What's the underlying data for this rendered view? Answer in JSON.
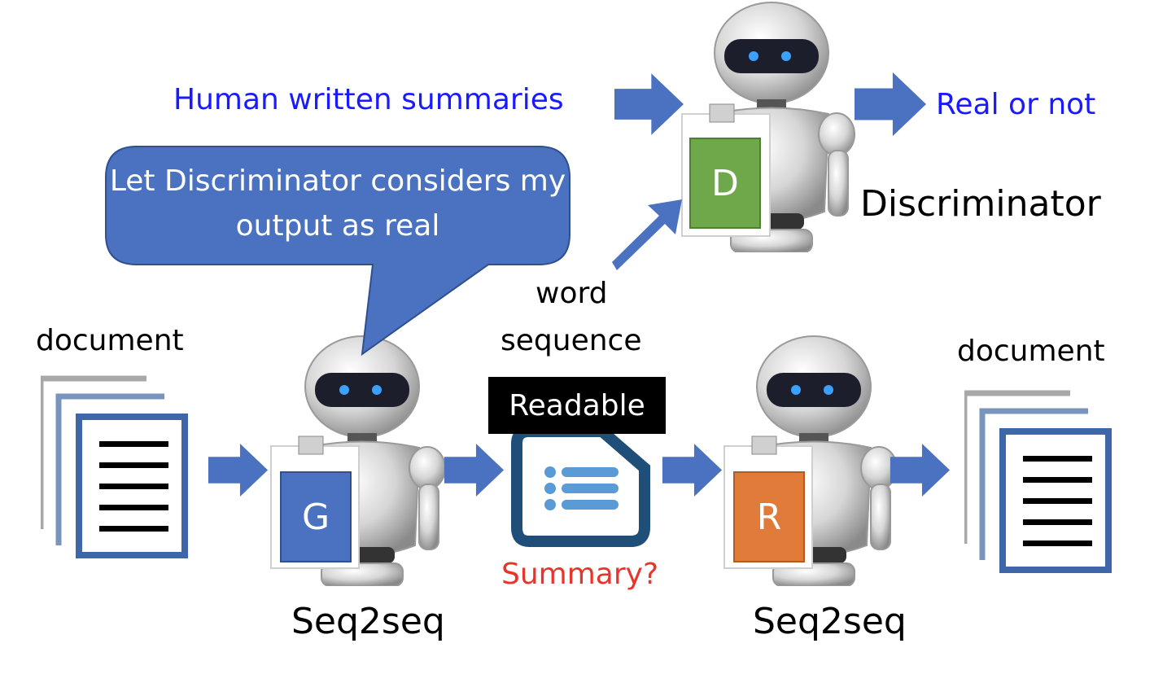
{
  "labels": {
    "human_written": "Human written summaries",
    "real_or_not": "Real or not",
    "discriminator": "Discriminator",
    "speech": "Let Discriminator considers my output as real",
    "word_sequence_1": "word",
    "word_sequence_2": "sequence",
    "document_left": "document",
    "document_right": "document",
    "readable": "Readable",
    "summary": "Summary?",
    "seq2seq_generator": "Seq2seq",
    "seq2seq_reconstructor": "Seq2seq"
  },
  "robots": {
    "generator_letter": "G",
    "discriminator_letter": "D",
    "reconstructor_letter": "R"
  },
  "colors": {
    "arrow": "#4a72c1",
    "bubble": "#4a72c1",
    "generator": "#4a72c1",
    "discriminator": "#6fa84b",
    "reconstructor": "#e07b39",
    "doc_frame": "#3f66a8",
    "summary_icon": "#1f4e79",
    "summary_bullets": "#5b9bd5"
  }
}
